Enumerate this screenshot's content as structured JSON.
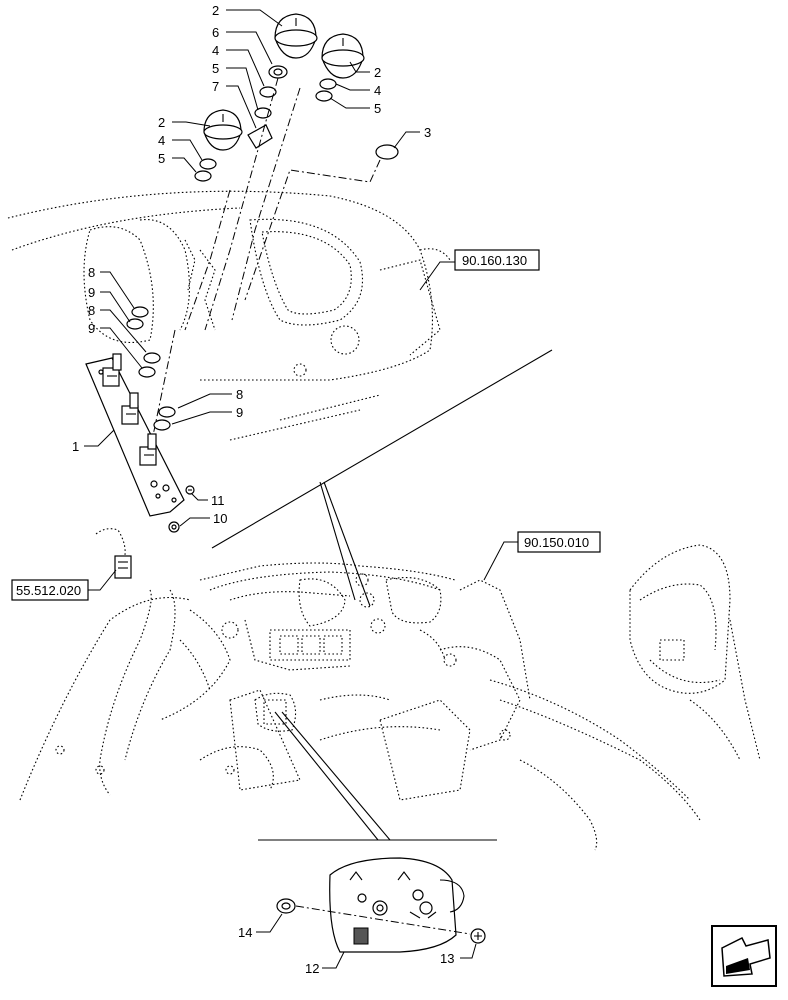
{
  "callouts": [
    {
      "id": "c2a",
      "text": "2"
    },
    {
      "id": "c6",
      "text": "6"
    },
    {
      "id": "c4a",
      "text": "4"
    },
    {
      "id": "c5a",
      "text": "5"
    },
    {
      "id": "c7",
      "text": "7"
    },
    {
      "id": "c2b",
      "text": "2"
    },
    {
      "id": "c4b",
      "text": "4"
    },
    {
      "id": "c5b",
      "text": "5"
    },
    {
      "id": "c2c",
      "text": "2"
    },
    {
      "id": "c4c",
      "text": "4"
    },
    {
      "id": "c5c",
      "text": "5"
    },
    {
      "id": "c3",
      "text": "3"
    },
    {
      "id": "c8a",
      "text": "8"
    },
    {
      "id": "c9a",
      "text": "9"
    },
    {
      "id": "c8b",
      "text": "8"
    },
    {
      "id": "c9b",
      "text": "9"
    },
    {
      "id": "c8c",
      "text": "8"
    },
    {
      "id": "c9c",
      "text": "9"
    },
    {
      "id": "c1",
      "text": "1"
    },
    {
      "id": "c11",
      "text": "11"
    },
    {
      "id": "c10",
      "text": "10"
    },
    {
      "id": "c14",
      "text": "14"
    },
    {
      "id": "c12",
      "text": "12"
    },
    {
      "id": "c13",
      "text": "13"
    }
  ],
  "references": {
    "top_right": "90.160.130",
    "middle_right": "90.150.010",
    "left": "55.512.020"
  },
  "navigation_icon": "next-page-arrow-icon"
}
